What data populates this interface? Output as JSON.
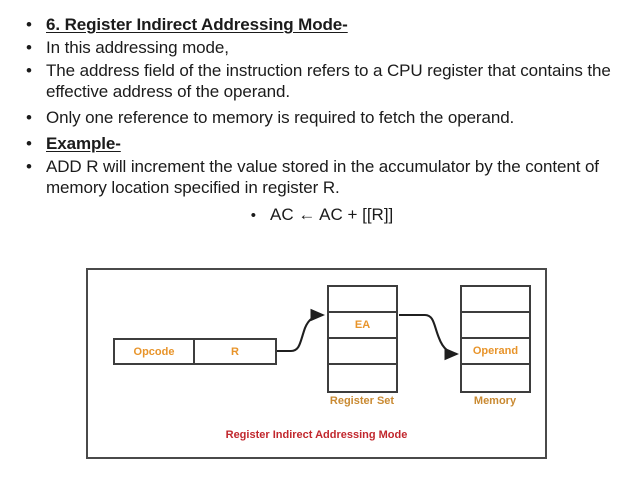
{
  "slide": {
    "bullets": [
      {
        "text": "6. Register Indirect Addressing Mode-",
        "style": "heading"
      },
      {
        "text": "In this addressing mode,",
        "style": "normal"
      },
      {
        "text": "The address field of the instruction refers to a CPU register that contains the effective address of the operand.",
        "style": "normal"
      },
      {
        "text": "Only one reference to memory is required to fetch the operand.",
        "style": "normal"
      },
      {
        "text": "Example-",
        "style": "heading"
      },
      {
        "text": "ADD R will increment the value stored in the accumulator by the content of memory location specified in register R.",
        "style": "normal"
      }
    ],
    "bullet_marker": "•",
    "formula": {
      "marker": "•",
      "text": "AC ← AC + [[R]]"
    }
  },
  "diagram": {
    "caption": "Register Indirect Addressing Mode",
    "instruction": {
      "opcode_label": "Opcode",
      "register_label": "R"
    },
    "register_set": {
      "label": "Register Set",
      "cells": [
        "",
        "EA",
        "",
        ""
      ]
    },
    "memory": {
      "label": "Memory",
      "cells": [
        "",
        "",
        "Operand",
        ""
      ]
    },
    "colors": {
      "accent_orange": "#e8942a",
      "label_orange": "#c98a32",
      "caption_red": "#c1272d",
      "border_gray": "#3d3d3d",
      "frame_gray": "#4a4a4a"
    }
  }
}
